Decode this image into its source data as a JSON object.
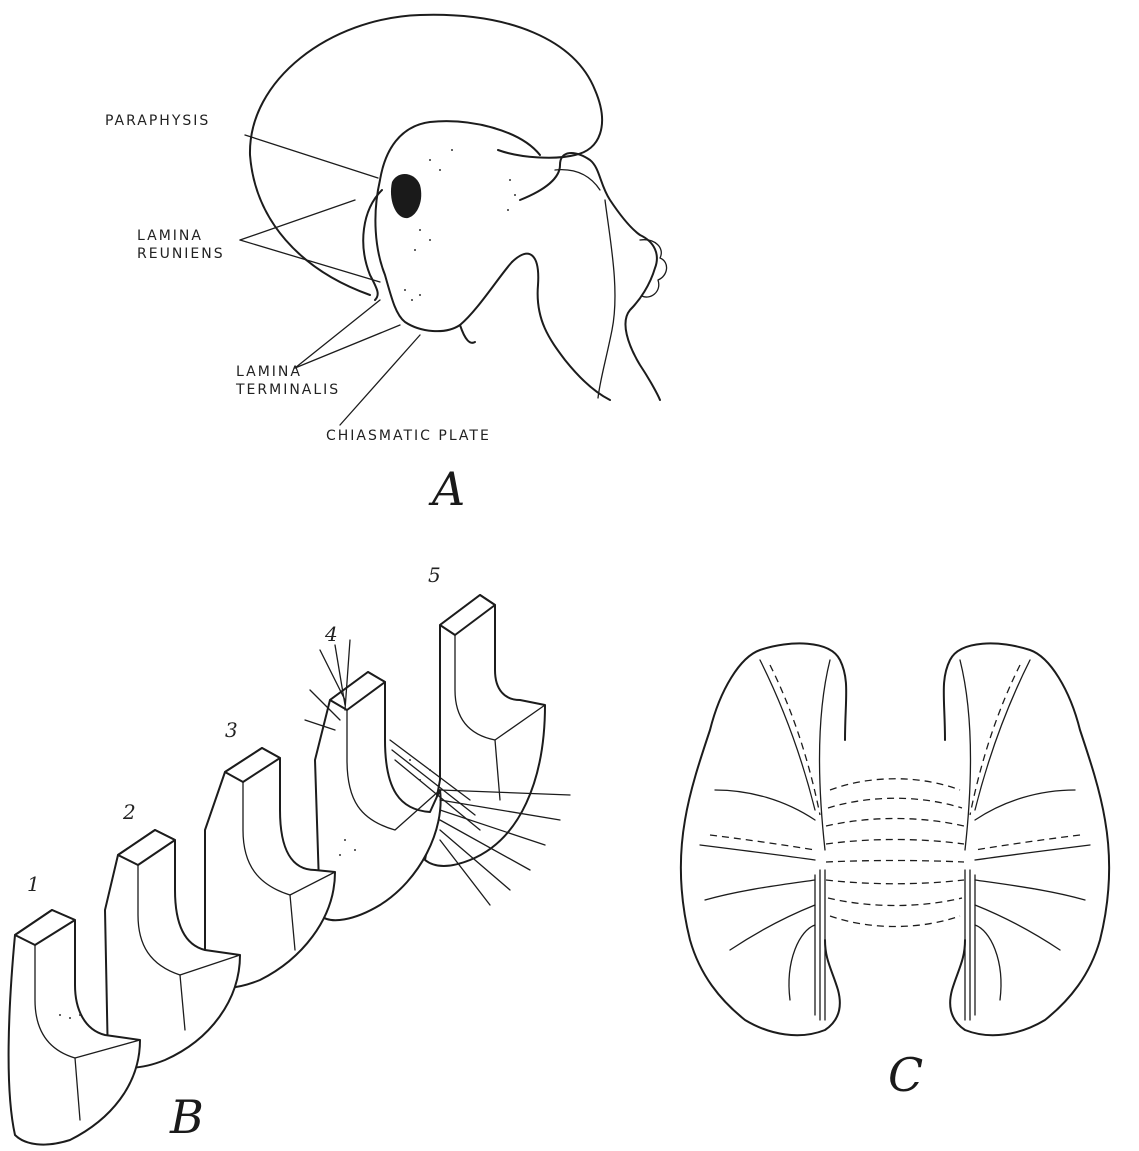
{
  "panels": {
    "a": {
      "letter": "A",
      "labels": {
        "paraphysis": "PARAPHYSIS",
        "lamina_reuniens": "LAMINA\nREUNIENS",
        "lamina_terminalis": "LAMINA\nTERMINALIS",
        "chiasmatic_plate": "CHIASMATIC PLATE"
      }
    },
    "b": {
      "letter": "B",
      "numbers": [
        "1",
        "2",
        "3",
        "4",
        "5"
      ]
    },
    "c": {
      "letter": "C"
    }
  }
}
